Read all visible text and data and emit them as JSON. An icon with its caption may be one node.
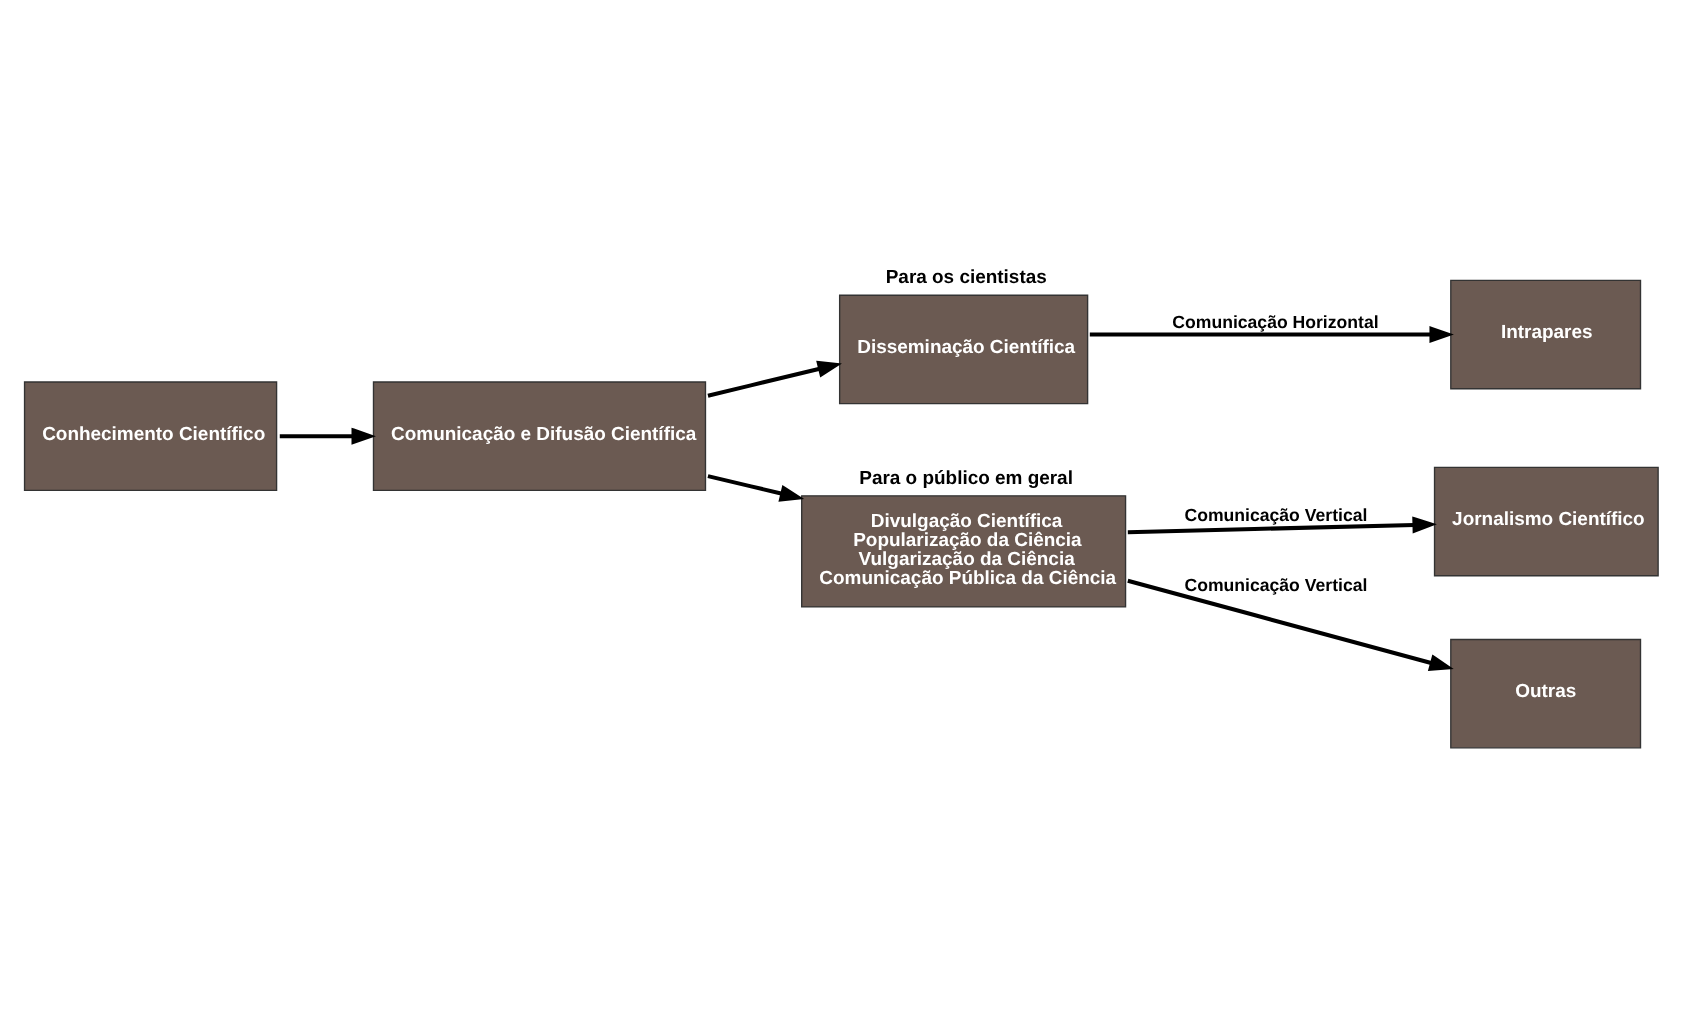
{
  "diagram": {
    "nodes": [
      {
        "text": [
          "Conhecimento Científico"
        ]
      },
      {
        "text": [
          "Comunicação e Difusão Científica"
        ]
      },
      {
        "text": [
          "Para os cientistas",
          "Disseminação Científica"
        ]
      },
      {
        "text": [
          "Intrapares"
        ]
      },
      {
        "text": [
          "Para o público em geral",
          "Divulgação Científica",
          "Popularização da Ciência",
          "Vulgarização da Ciência",
          "Comunicação Pública da Ciência"
        ]
      },
      {
        "text": [
          "Jornalismo Científico"
        ]
      },
      {
        "text": [
          "Outras"
        ]
      }
    ],
    "edges": [
      {
        "from": 0,
        "to": 1,
        "arrow": "to"
      },
      {
        "from": 1,
        "to": 2,
        "arrow": "to"
      },
      {
        "from": 1,
        "to": 4,
        "arrow": "to"
      },
      {
        "from": 2,
        "to": 3,
        "arrow": "to",
        "label": "Comunicação Horizontal"
      },
      {
        "from": 4,
        "to": 5,
        "arrow": "to",
        "label": "Comunicação Vertical"
      },
      {
        "from": 4,
        "to": 6,
        "arrow": "to",
        "label": "Comunicação Vertical"
      }
    ]
  }
}
